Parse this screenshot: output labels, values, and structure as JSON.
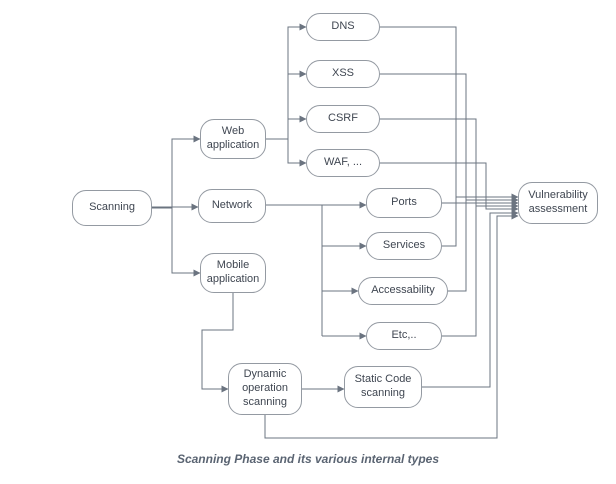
{
  "diagram": {
    "caption": "Scanning Phase and its various internal types",
    "nodes": {
      "scanning": {
        "label": "Scanning"
      },
      "web_application": {
        "label": "Web application"
      },
      "network": {
        "label": "Network"
      },
      "mobile_application": {
        "label": "Mobile application"
      },
      "dns": {
        "label": "DNS"
      },
      "xss": {
        "label": "XSS"
      },
      "csrf": {
        "label": "CSRF"
      },
      "waf": {
        "label": "WAF, ..."
      },
      "ports": {
        "label": "Ports"
      },
      "services": {
        "label": "Services"
      },
      "accessability": {
        "label": "Accessability"
      },
      "etc": {
        "label": "Etc,.."
      },
      "dynamic_operation_scanning": {
        "label": "Dynamic operation scanning"
      },
      "static_code_scanning": {
        "label": "Static Code scanning"
      },
      "vulnerability_assessment": {
        "label": "Vulnerability assessment"
      }
    },
    "colors": {
      "node_border": "#949aa2",
      "edge": "#6b7480",
      "node_text": "#3f4651",
      "caption_text": "#5a6472",
      "background": "#ffffff"
    }
  }
}
